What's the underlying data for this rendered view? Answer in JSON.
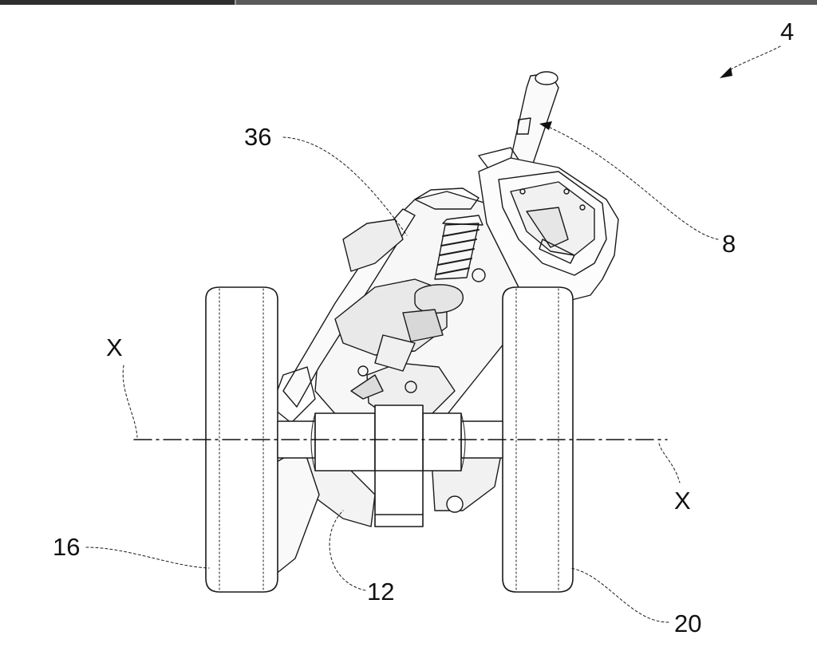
{
  "labels": {
    "ref_4": "4",
    "ref_8": "8",
    "ref_36": "36",
    "ref_16": "16",
    "ref_12": "12",
    "ref_20": "20",
    "axis_x_left": "X",
    "axis_x_right": "X"
  }
}
